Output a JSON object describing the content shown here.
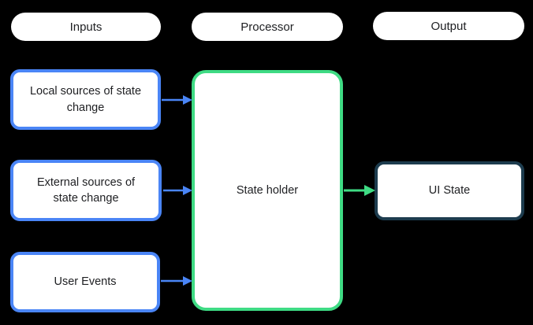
{
  "canvas": {
    "background_color": "#000000",
    "text_color": "#202124"
  },
  "headers": [
    {
      "label": "Inputs"
    },
    {
      "label": "Processor"
    },
    {
      "label": "Output"
    }
  ],
  "nodes": {
    "local_sources": {
      "label": "Local sources of state change",
      "border_color": "#4A85F6",
      "fill": "#ffffff"
    },
    "external_sources": {
      "label": "External sources of state change",
      "border_color": "#4A85F6",
      "fill": "#ffffff"
    },
    "user_events": {
      "label": "User Events",
      "border_color": "#4A85F6",
      "fill": "#ffffff"
    },
    "state_holder": {
      "label": "State holder",
      "border_color": "#3FDB84",
      "fill": "#ffffff"
    },
    "ui_state": {
      "label": "UI State",
      "border_color": "#1D3C4E",
      "fill": "#ffffff"
    }
  },
  "edges": [
    {
      "from": "local_sources",
      "to": "state_holder",
      "color": "#4A85F6"
    },
    {
      "from": "external_sources",
      "to": "state_holder",
      "color": "#4A85F6"
    },
    {
      "from": "user_events",
      "to": "state_holder",
      "color": "#4A85F6"
    },
    {
      "from": "state_holder",
      "to": "ui_state",
      "color": "#3FDB84"
    }
  ]
}
